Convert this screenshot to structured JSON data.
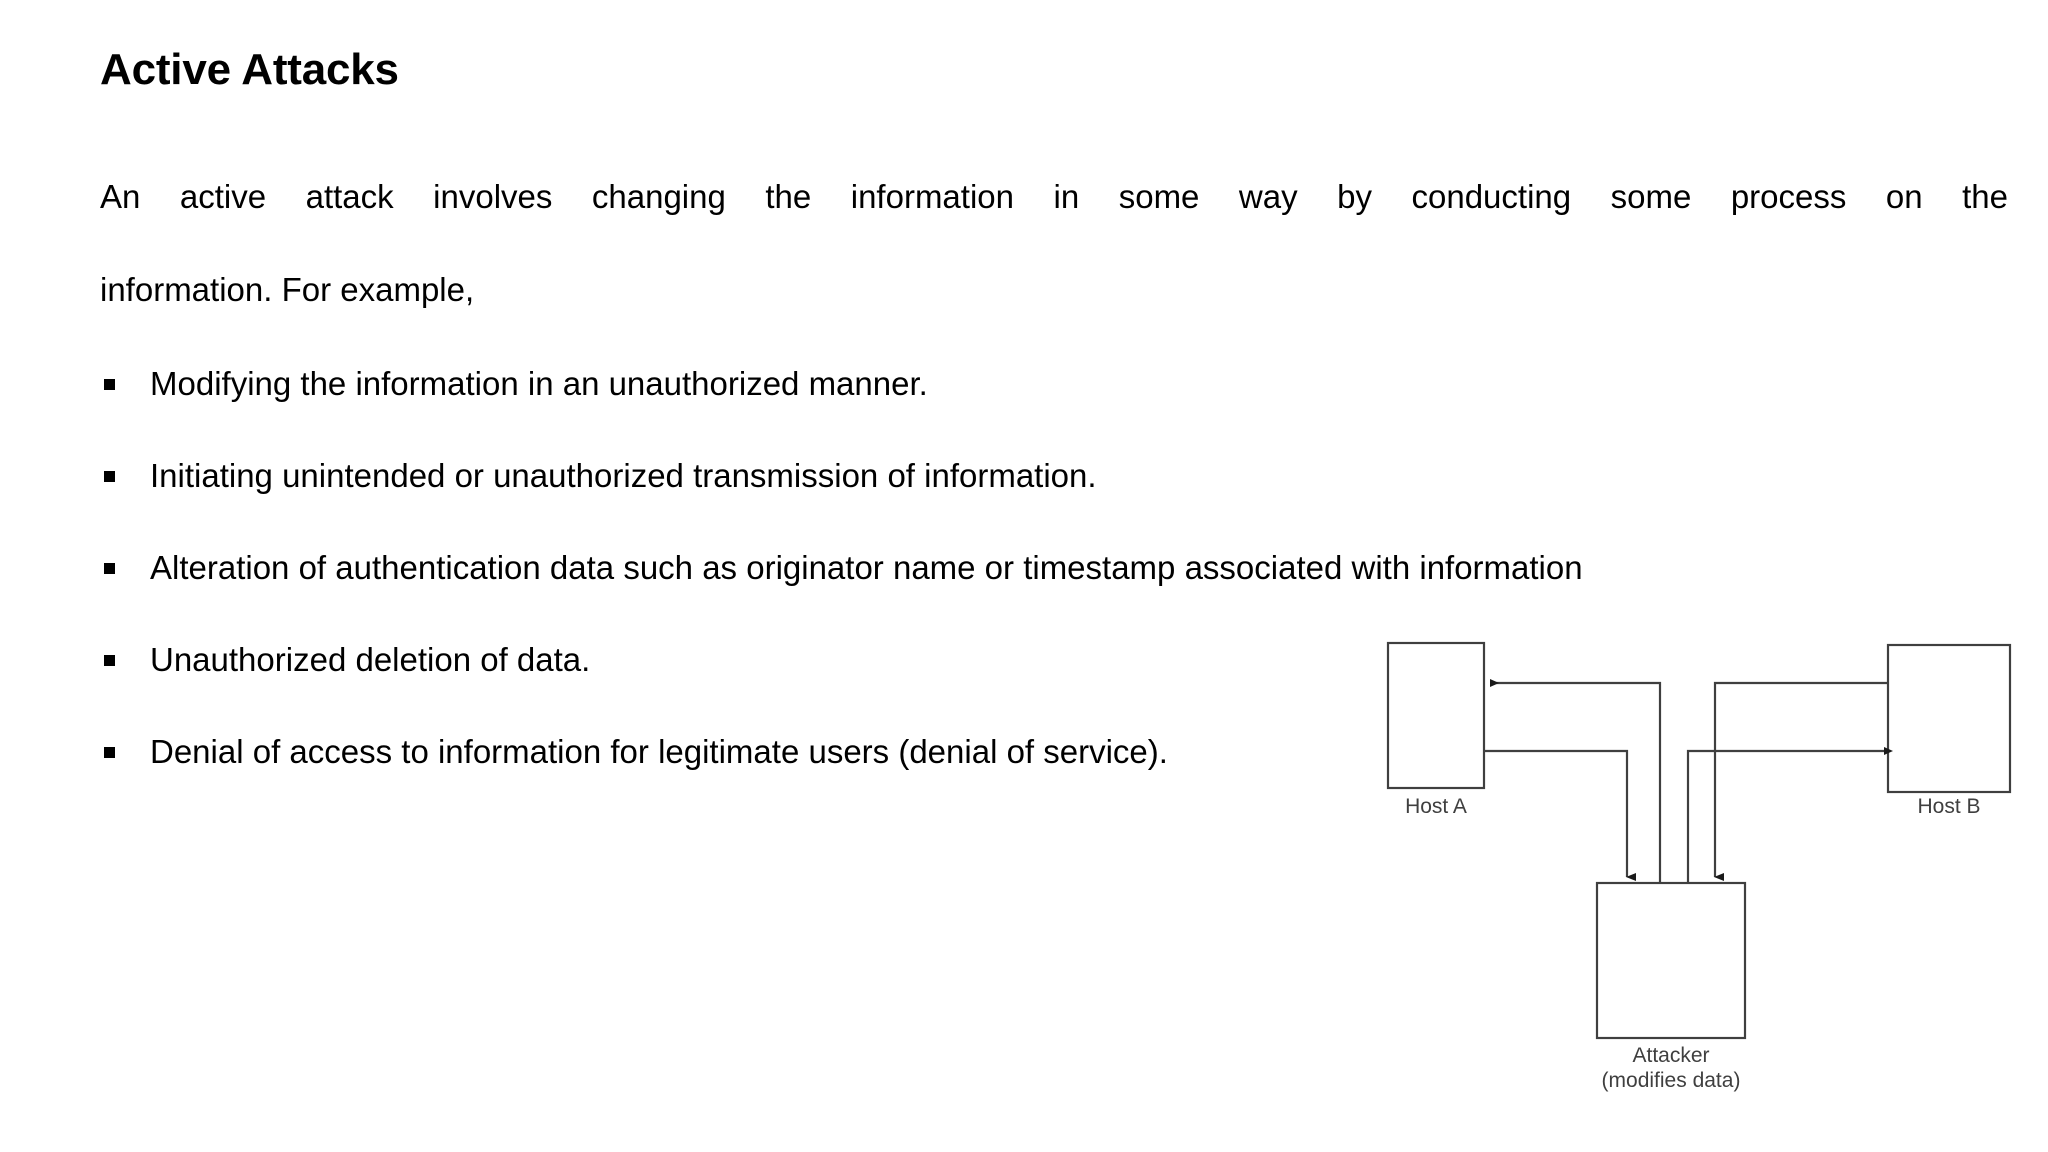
{
  "slide": {
    "title": "Active Attacks",
    "paragraph": {
      "line_1": "An active attack involves changing the information in some way by conducting some process on the",
      "line_2": "information. For example,"
    },
    "bullets": [
      {
        "marker": "square-bullet-icon",
        "text": "Modifying the information in an unauthorized manner."
      },
      {
        "marker": "square-bullet-icon",
        "text": "Initiating unintended or unauthorized transmission of information."
      },
      {
        "marker": "square-bullet-icon",
        "text": "Alteration of authentication data such as originator name or timestamp associated with information"
      },
      {
        "marker": "square-bullet-icon",
        "text": "Unauthorized deletion of data."
      },
      {
        "marker": "square-bullet-icon",
        "text": "Denial of access to information for legitimate users (denial of service)."
      }
    ],
    "diagram": {
      "host_a_label": "Host A",
      "host_b_label": "Host B",
      "attacker_label": "Attacker",
      "attacker_sublabel": "(modifies data)",
      "line_color": "#3f3f3f",
      "box_fill": "#ffffff"
    }
  }
}
